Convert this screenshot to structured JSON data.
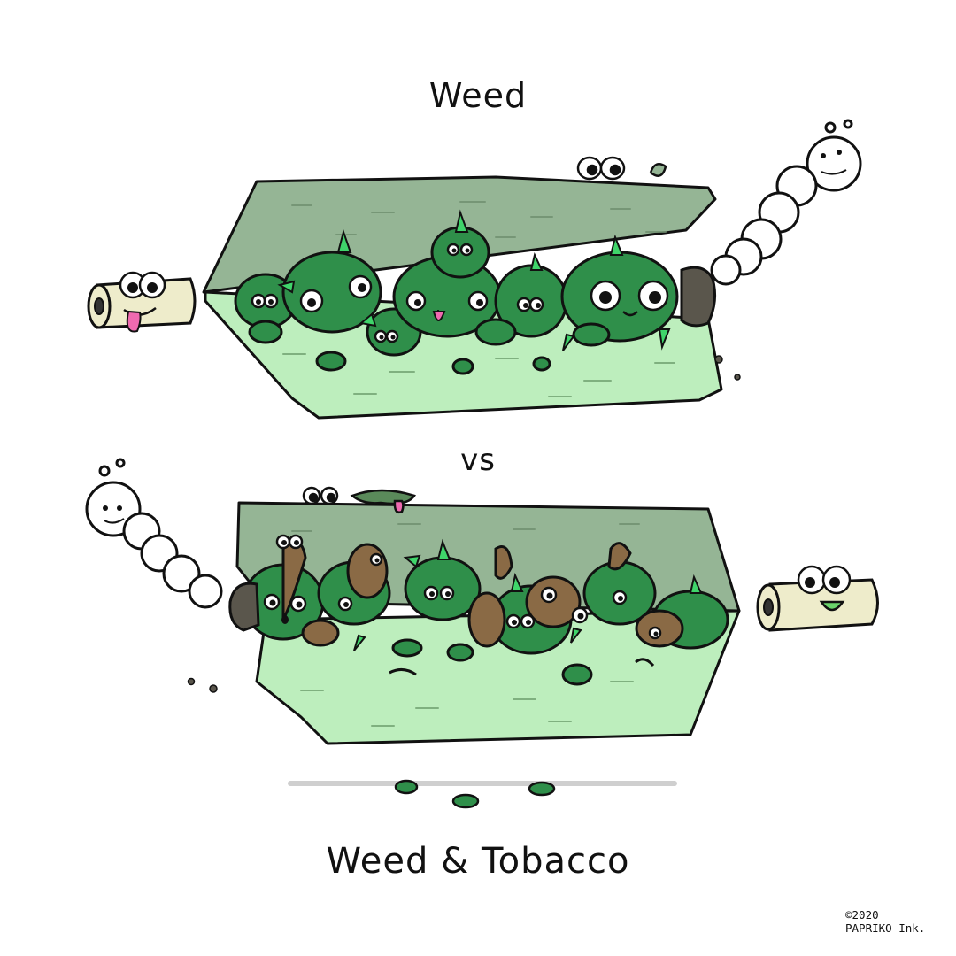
{
  "titles": {
    "top": "Weed",
    "middle": "vs",
    "bottom": "Weed & Tobacco"
  },
  "credit": {
    "line1": "©2020",
    "line2": "PAPRIKO Ink."
  },
  "colors": {
    "paper_dark": "#95b595",
    "paper_light": "#bdeebd",
    "bud_green": "#2f8f4a",
    "bud_highlight": "#3fd56a",
    "tobacco_brown": "#8a6a45",
    "ash": "#5a564c",
    "filter_cream": "#eeeccb",
    "smoke_white": "#ffffff",
    "tongue_pink": "#f06ab0",
    "outline": "#111111"
  }
}
